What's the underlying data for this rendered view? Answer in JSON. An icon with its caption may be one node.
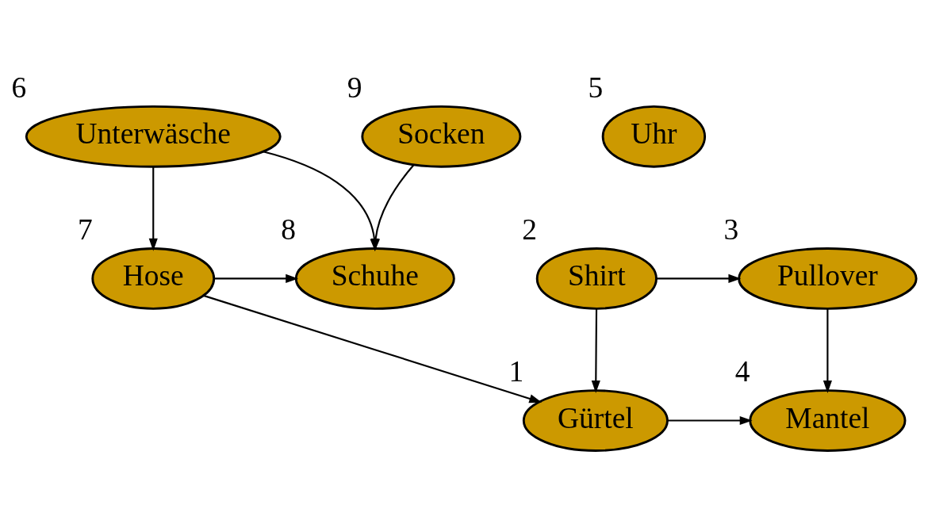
{
  "diagram": {
    "nodes": [
      {
        "text": [
          "Unterwäsche"
        ],
        "beside": [
          "6"
        ]
      },
      {
        "text": [
          "Socken"
        ],
        "beside": [
          "9"
        ]
      },
      {
        "text": [
          "Uhr"
        ],
        "beside": [
          "5"
        ]
      },
      {
        "text": [
          "Hose"
        ],
        "beside": [
          "7"
        ]
      },
      {
        "text": [
          "Schuhe"
        ],
        "beside": [
          "8"
        ]
      },
      {
        "text": [
          "Shirt"
        ],
        "beside": [
          "2"
        ]
      },
      {
        "text": [
          "Pullover"
        ],
        "beside": [
          "3"
        ]
      },
      {
        "text": [
          "Gürtel"
        ],
        "beside": [
          "1"
        ]
      },
      {
        "text": [
          "Mantel"
        ],
        "beside": [
          "4"
        ]
      }
    ],
    "edges": [
      {
        "from": 0,
        "to": 3,
        "arrow": "to"
      },
      {
        "from": 0,
        "to": 4,
        "arrow": "to"
      },
      {
        "from": 1,
        "to": 4,
        "arrow": "to"
      },
      {
        "from": 3,
        "to": 4,
        "arrow": "to"
      },
      {
        "from": 3,
        "to": 7,
        "arrow": "to"
      },
      {
        "from": 5,
        "to": 6,
        "arrow": "to"
      },
      {
        "from": 5,
        "to": 7,
        "arrow": "to"
      },
      {
        "from": 6,
        "to": 8,
        "arrow": "to"
      },
      {
        "from": 7,
        "to": 8,
        "arrow": "to"
      }
    ]
  }
}
